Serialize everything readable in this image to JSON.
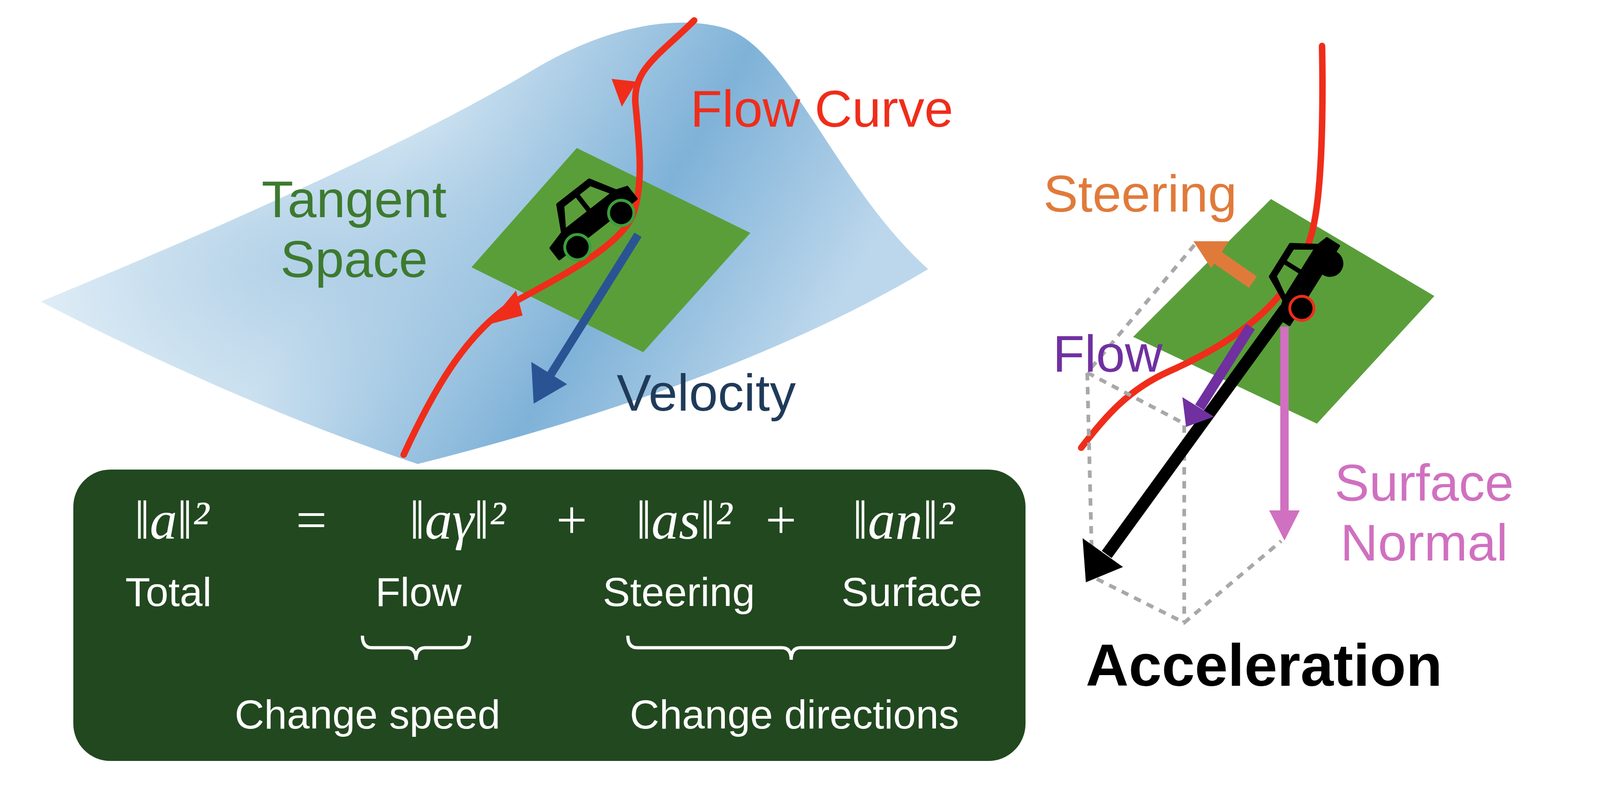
{
  "diagram": {
    "nodes": [
      {
        "text": [
          "‖a‖²",
          "=",
          "‖aγ‖²",
          "+",
          "‖as‖²",
          "+",
          "‖an‖²",
          "Total",
          "Flow",
          "Steering",
          "Surface",
          "Change speed",
          "Change directions"
        ]
      }
    ],
    "labels": [
      "Flow Curve",
      "Tangent Space",
      "Velocity",
      "Steering",
      "Flow",
      "Surface Normal",
      "Acceleration"
    ]
  }
}
